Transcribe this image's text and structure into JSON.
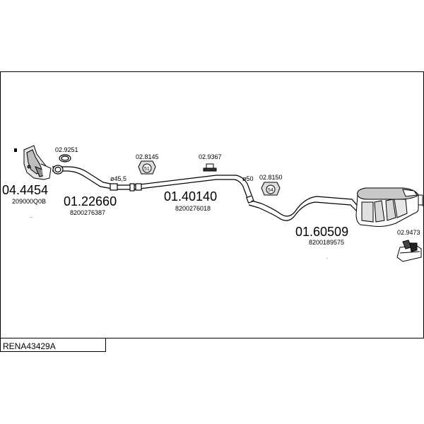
{
  "reference": "RENA43429A",
  "parts": [
    {
      "id": "catalyst",
      "number": "04.4454",
      "oem": "209000Q0B"
    },
    {
      "id": "front-pipe",
      "number": "01.22660",
      "oem": "8200276387"
    },
    {
      "id": "middle-pipe",
      "number": "01.40140",
      "oem": "8200276018"
    },
    {
      "id": "rear-silencer",
      "number": "01.60509",
      "oem": "8200189575"
    }
  ],
  "accessories": [
    {
      "id": "gasket",
      "number": "02.9251"
    },
    {
      "id": "clamp-51",
      "number": "02.8145",
      "size": "51"
    },
    {
      "id": "rubber-mount",
      "number": "02.9367"
    },
    {
      "id": "clamp-54",
      "number": "02.8150",
      "size": "54"
    },
    {
      "id": "bracket",
      "number": "02.9473"
    }
  ],
  "diameters": {
    "front": "ø45,5",
    "middle": "ø50"
  },
  "colors": {
    "line": "#000000",
    "fill": "#ffffff",
    "shade": "#c8c8c8"
  }
}
